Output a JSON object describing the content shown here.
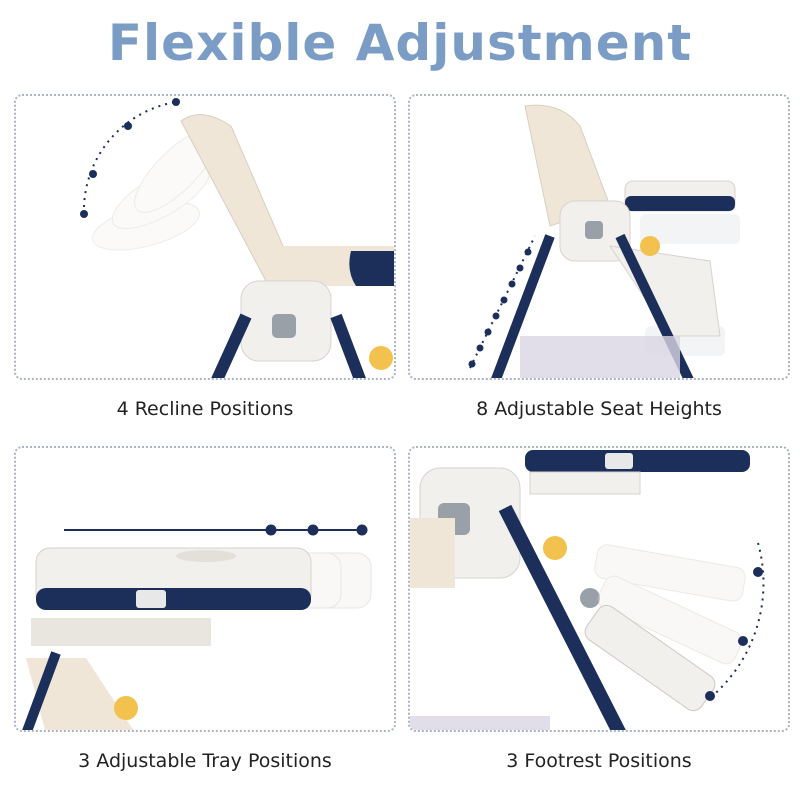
{
  "page": {
    "title": "Flexible Adjustment"
  },
  "panels": [
    {
      "caption": "4 Recline Positions"
    },
    {
      "caption": "8 Adjustable Seat Heights"
    },
    {
      "caption": "3 Adjustable Tray Positions"
    },
    {
      "caption": "3 Footrest Positions"
    }
  ],
  "colors": {
    "title": "#7b9cc4",
    "navy": "#1c2e5a",
    "border": "#aab4c3",
    "plastic": "#f2f0ec",
    "cushion": "#efe6d8",
    "yellow": "#f2c14e"
  }
}
